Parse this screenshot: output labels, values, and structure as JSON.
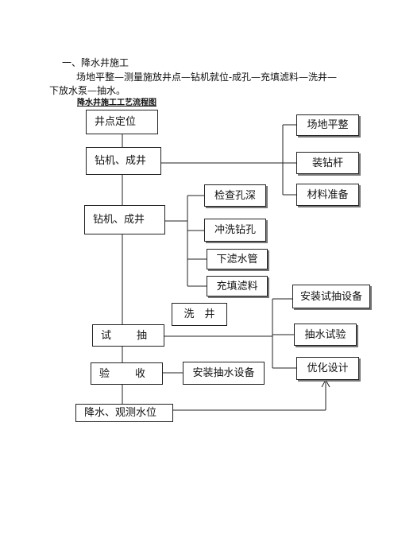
{
  "section": {
    "heading": "一、降水井施工",
    "paragraph": "场地平整—测量施放井点—钻机就位-成孔—充填滤料—洗井—下放水泵—抽水。"
  },
  "diagram": {
    "title": "降水井施工工艺流程图",
    "main_steps": [
      "井点定位",
      "钻机、成井",
      "钻机、成井",
      "试　　抽",
      "验　　收",
      "降水、观测水位"
    ],
    "prep_steps": [
      "场地平整",
      "装钻杆",
      "材料准备"
    ],
    "drilling_steps": [
      "检查孔深",
      "冲洗钻孔",
      "下滤水管",
      "充填滤料"
    ],
    "washing_step": "洗　井",
    "trial_steps": [
      "安装试抽设备",
      "抽水试验",
      "优化设计"
    ],
    "acceptance_step": "安装抽水设备"
  }
}
